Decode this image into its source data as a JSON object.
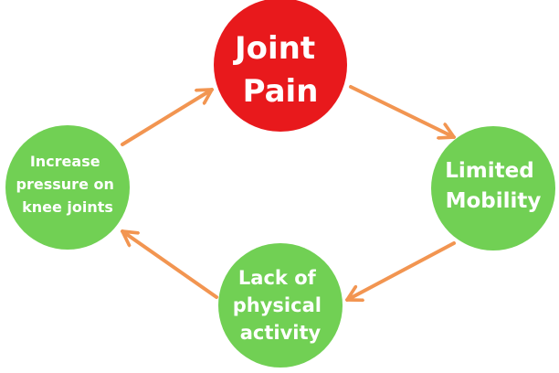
{
  "colors": {
    "top_node": "#e8191c",
    "cycle_node": "#71d054",
    "arrow": "#f29551",
    "text": "#ffffff"
  },
  "nodes": {
    "joint_pain": {
      "lines": [
        "Joint",
        "Pain"
      ]
    },
    "limited_mobility": {
      "lines": [
        "Limited",
        "Mobility"
      ]
    },
    "lack_activity": {
      "lines": [
        "Lack of",
        "physical",
        "activity"
      ]
    },
    "increase_pressure": {
      "lines": [
        "Increase",
        "pressure on",
        "knee joints"
      ]
    }
  },
  "edges": [
    {
      "from": "joint_pain",
      "to": "limited_mobility"
    },
    {
      "from": "limited_mobility",
      "to": "lack_activity"
    },
    {
      "from": "lack_activity",
      "to": "increase_pressure"
    },
    {
      "from": "increase_pressure",
      "to": "joint_pain"
    }
  ]
}
